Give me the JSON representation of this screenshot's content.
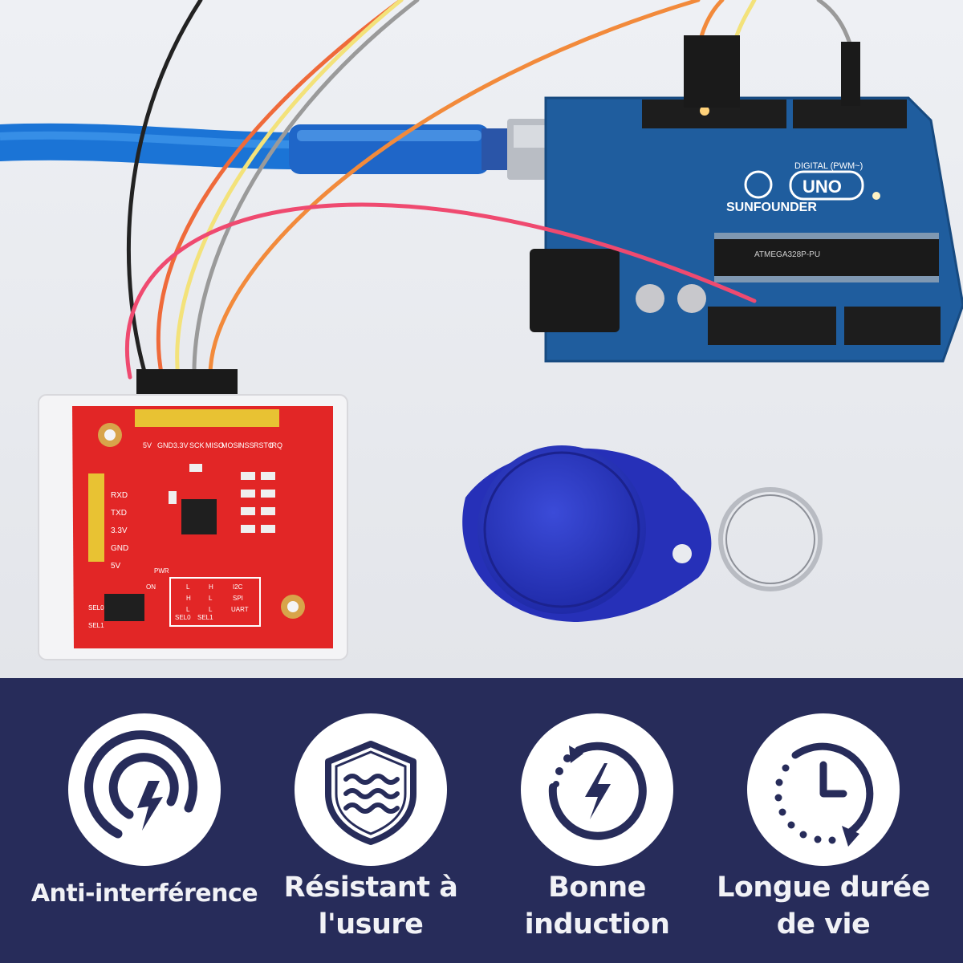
{
  "photo": {
    "arduino_board": {
      "brand": "SUNFOUNDER",
      "model": "UNO",
      "header_label": "DIGITAL (PWM~)",
      "chip_marking": "ATMEGA328P-PU"
    },
    "rfid_module": {
      "pin_labels": [
        "5V",
        "GND",
        "3.3V",
        "SCK",
        "MISO",
        "MOSI",
        "NSS",
        "RSTO",
        "IRQ"
      ],
      "side_pin_labels": [
        "RXD",
        "TXD",
        "3.3V",
        "GND",
        "5V"
      ],
      "switch_labels": [
        "ON",
        "SEL0",
        "SEL1",
        "PWR"
      ],
      "table_rows": [
        [
          "I2C",
          "H",
          "L"
        ],
        [
          "SPI",
          "L",
          "H"
        ],
        [
          "UART",
          "L",
          "L"
        ]
      ],
      "table_header": [
        "",
        "SEL0",
        "SEL1"
      ]
    }
  },
  "features": [
    {
      "lines": [
        "Anti-interférence"
      ],
      "icon": "target-lightning-icon"
    },
    {
      "lines": [
        "Résistant à",
        "l'usure"
      ],
      "icon": "shield-waves-icon"
    },
    {
      "lines": [
        "Bonne",
        "induction"
      ],
      "icon": "circle-lightning-icon"
    },
    {
      "lines": [
        "Longue durée",
        "de vie"
      ],
      "icon": "clock-history-icon"
    }
  ],
  "colors": {
    "banner_bg": "#272c5a",
    "icon_circle": "#ffffff",
    "icon_stroke": "#272c5a",
    "board_blue": "#1f5d9e",
    "module_red": "#e22626"
  }
}
